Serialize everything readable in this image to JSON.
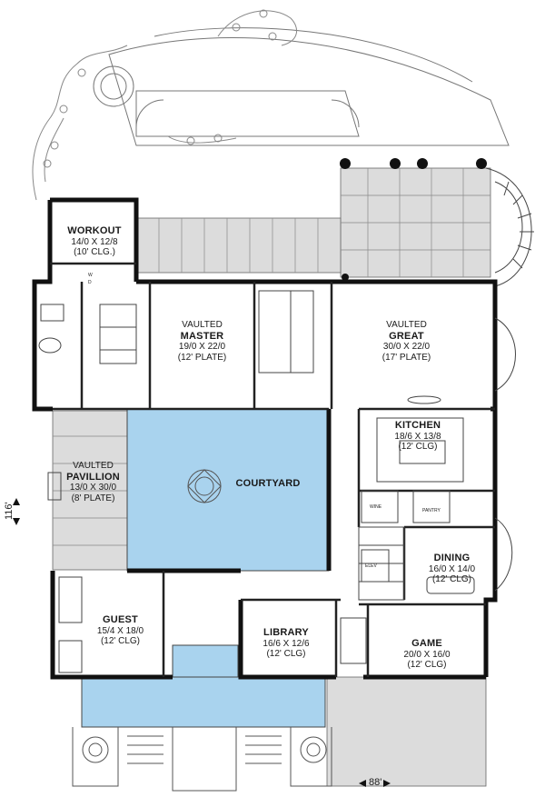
{
  "rooms": {
    "workout": {
      "name": "WORKOUT",
      "dims": "14/0 X 12/8",
      "note": "(10' CLG.)"
    },
    "master": {
      "top": "VAULTED",
      "name": "MASTER",
      "dims": "19/0 X 22/0",
      "note": "(12' PLATE)"
    },
    "great": {
      "top": "VAULTED",
      "name": "GREAT",
      "dims": "30/0 X 22/0",
      "note": "(17' PLATE)"
    },
    "kitchen": {
      "name": "KITCHEN",
      "dims": "18/6 X 13/8",
      "note": "(12' CLG)"
    },
    "pavillion": {
      "top": "VAULTED",
      "name": "PAVILLION",
      "dims": "13/0 X 30/0",
      "note": "(8' PLATE)"
    },
    "courtyard": {
      "name": "COURTYARD"
    },
    "dining": {
      "name": "DINING",
      "dims": "16/0 X 14/0",
      "note": "(12' CLG)"
    },
    "guest": {
      "name": "GUEST",
      "dims": "15/4 X 18/0",
      "note": "(12' CLG)"
    },
    "library": {
      "name": "LIBRARY",
      "dims": "16/6 X 12/6",
      "note": "(12' CLG)"
    },
    "game": {
      "name": "GAME",
      "dims": "20/0 X 16/0",
      "note": "(12' CLG)"
    }
  },
  "small_labels": {
    "wine": "WINE",
    "pantry": "PANTRY",
    "elev": "ELEV",
    "w": "W",
    "d": "D"
  },
  "dimensions": {
    "depth": "116'",
    "width": "88'"
  },
  "colors": {
    "courtyard": "#a9d3ee",
    "patio": "#dcdcdc",
    "wall": "#111111",
    "line": "#555555"
  }
}
